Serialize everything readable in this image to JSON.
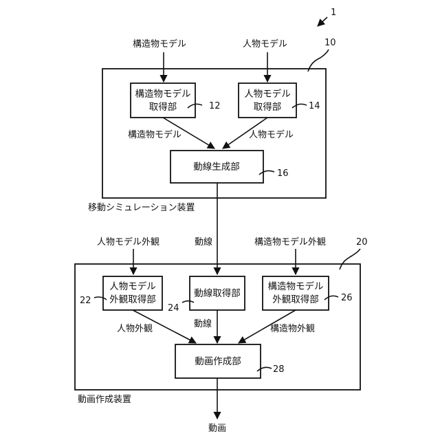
{
  "figure_ref": "1",
  "top_inputs": {
    "structure_model": "構造物モデル",
    "person_model": "人物モデル"
  },
  "sim_device": {
    "ref": "10",
    "caption": "移動シミュレーション装置",
    "structure_acq": {
      "line1": "構造物モデル",
      "line2": "取得部",
      "ref": "12"
    },
    "person_acq": {
      "line1": "人物モデル",
      "line2": "取得部",
      "ref": "14"
    },
    "edge_structure": "構造物モデル",
    "edge_person": "人物モデル",
    "flow_gen": {
      "label": "動線生成部",
      "ref": "16"
    }
  },
  "mid_inputs": {
    "person_appearance": "人物モデル外観",
    "flow": "動線",
    "structure_appearance": "構造物モデル外観"
  },
  "video_device": {
    "ref": "20",
    "caption": "動画作成装置",
    "person_app_acq": {
      "line1": "人物モデル",
      "line2": "外観取得部",
      "ref": "22"
    },
    "flow_acq": {
      "label": "動線取得部",
      "ref": "24"
    },
    "struct_app_acq": {
      "line1": "構造物モデル",
      "line2": "外観取得部",
      "ref": "26"
    },
    "edge_person_app": "人物外観",
    "edge_flow": "動線",
    "edge_struct_app": "構造物外観",
    "video_maker": {
      "label": "動画作成部",
      "ref": "28"
    }
  },
  "output": "動画"
}
